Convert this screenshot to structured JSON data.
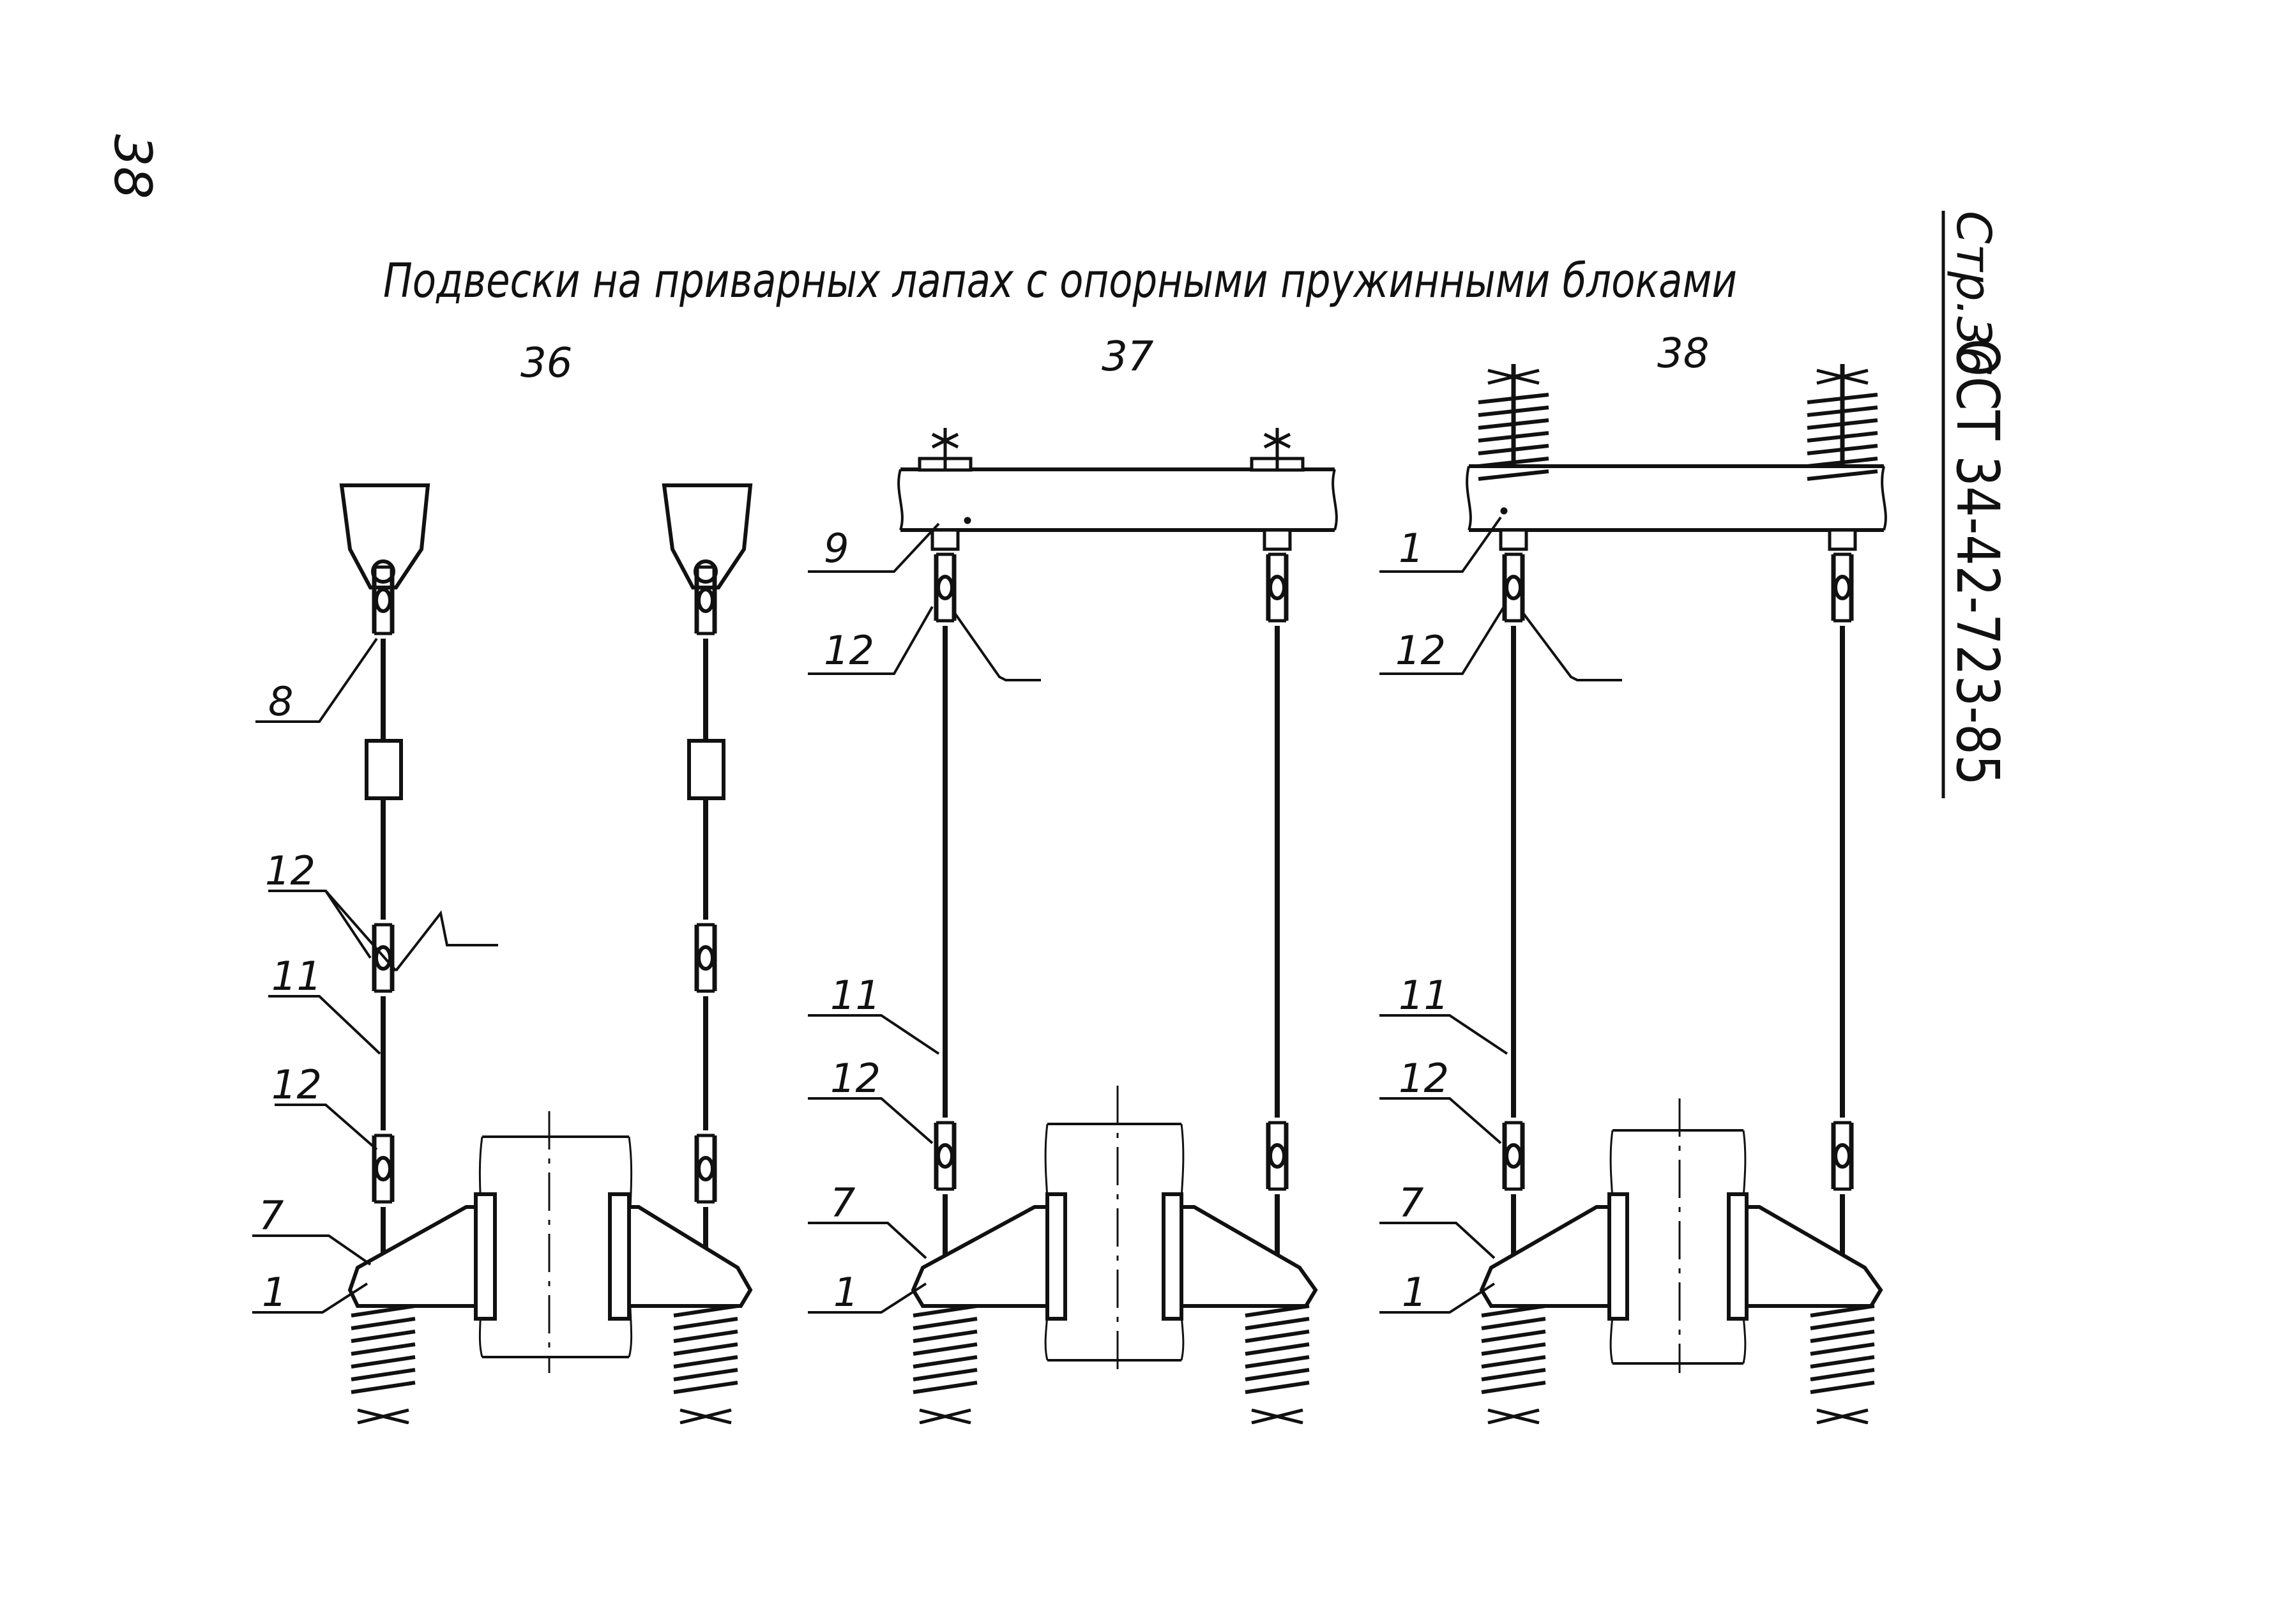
{
  "page": {
    "number": "38",
    "title": "Подвески на приварных лапах с опорными пружинными блоками",
    "stamp_prefix": "Стр.36",
    "stamp_code": "ОСТ 34-42-723-85"
  },
  "variants": [
    {
      "number": "36"
    },
    {
      "number": "37"
    },
    {
      "number": "38"
    }
  ],
  "callouts": {
    "v36": {
      "l8": "8",
      "l12a": "12",
      "l11": "11",
      "l12b": "12",
      "l7": "7",
      "l1": "1"
    },
    "v37": {
      "l9": "9",
      "l12a": "12",
      "l11": "11",
      "l12b": "12",
      "l7": "7",
      "l1": "1"
    },
    "v38": {
      "l1a": "1",
      "l12a": "12",
      "l11": "11",
      "l12b": "12",
      "l7": "7",
      "l1b": "1"
    }
  },
  "colors": {
    "ink": "#111111",
    "paper": "#ffffff"
  }
}
